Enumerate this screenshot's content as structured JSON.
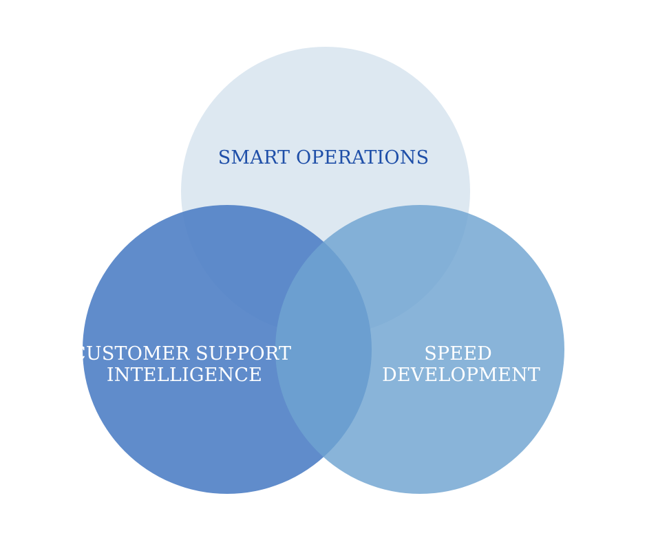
{
  "diagram": {
    "type": "venn",
    "colors": {
      "background": "#ffffff",
      "top_circle": "#dde8f1",
      "left_circle": "#4f7fc5",
      "right_circle": "#6fa3d1",
      "top_label": "#1f4fa8",
      "side_labels": "#ffffff"
    },
    "circles": [
      {
        "id": "smart-operations",
        "label_lines": [
          "SMART OPERATIONS"
        ]
      },
      {
        "id": "customer-support-intelligence",
        "label_lines": [
          "CUSTOMER SUPPORT",
          "INTELLIGENCE"
        ]
      },
      {
        "id": "speed-development",
        "label_lines": [
          "SPEED",
          "DEVELOPMENT"
        ]
      }
    ]
  }
}
